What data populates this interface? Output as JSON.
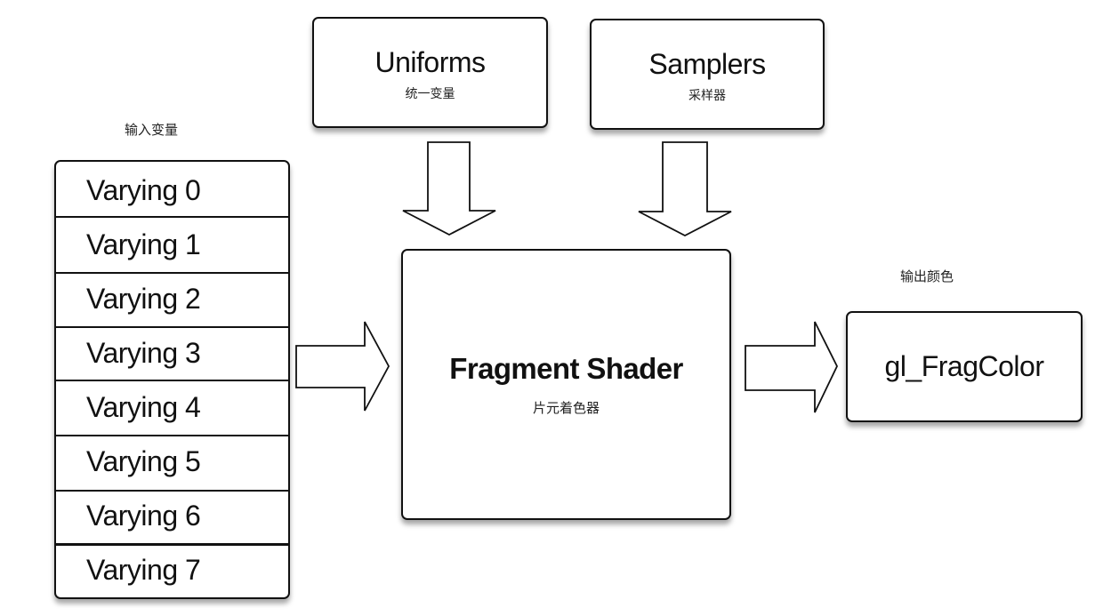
{
  "uniforms": {
    "title": "Uniforms",
    "subtitle": "统一变量"
  },
  "samplers": {
    "title": "Samplers",
    "subtitle": "采样器"
  },
  "varyings": {
    "caption": "输入变量",
    "items": [
      "Varying 0",
      "Varying 1",
      "Varying 2",
      "Varying 3",
      "Varying 4",
      "Varying 5",
      "Varying 6",
      "Varying 7"
    ]
  },
  "shader": {
    "title": "Fragment Shader",
    "subtitle": "片元着色器"
  },
  "output": {
    "caption": "输出颜色",
    "title": "gl_FragColor"
  },
  "colors": {
    "stroke": "#111111",
    "fill": "#ffffff"
  }
}
